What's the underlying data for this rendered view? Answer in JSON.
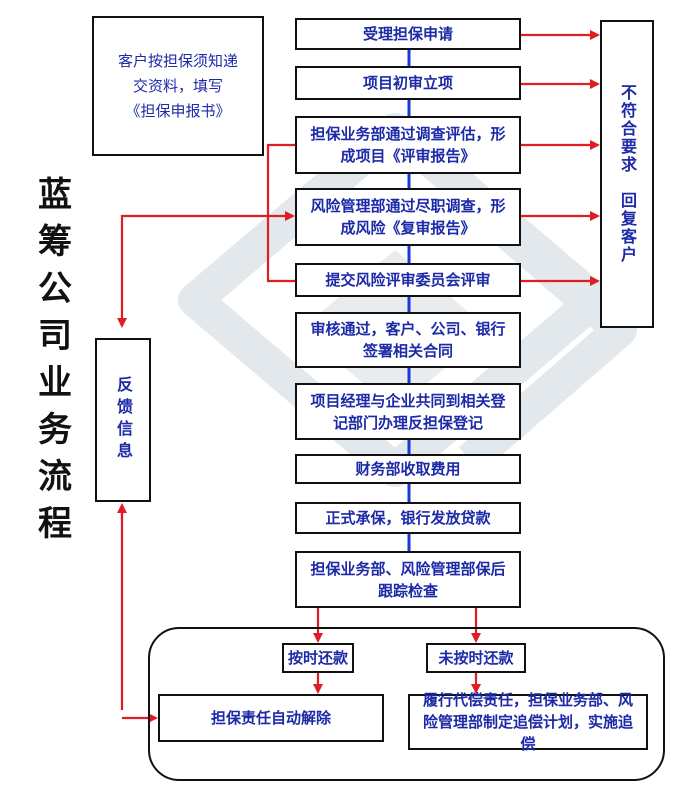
{
  "title_chars": [
    "蓝",
    "筹",
    "公",
    "司",
    "业",
    "务",
    "流",
    "程"
  ],
  "client_note": [
    "客户按担保须知递",
    "交资料，填写",
    "《担保申报书》"
  ],
  "steps": [
    "受理担保申请",
    "项目初审立项",
    "担保业务部通过调查评估，形成项目《评审报告》",
    "风险管理部通过尽职调查，形成风险《复审报告》",
    "提交风险评审委员会评审",
    "审核通过，客户、公司、银行签署相关合同",
    "项目经理与企业共同到相关登记部门办理反担保登记",
    "财务部收取费用",
    "正式承保，银行发放贷款",
    "担保业务部、风险管理部保后跟踪检查"
  ],
  "reject_box": {
    "line1": "不符合要求",
    "line2": "回复客户"
  },
  "feedback_box": "反馈信息",
  "branches": {
    "on_time": "按时还款",
    "overdue": "未按时还款",
    "release": "担保责任自动解除",
    "recovery": "履行代偿责任，担保业务部、风险管理部制定追偿计划，实施追偿"
  },
  "colors": {
    "arrow": "#e01d25",
    "connector": "#1a3ad6",
    "text": "#1c2aa8"
  }
}
